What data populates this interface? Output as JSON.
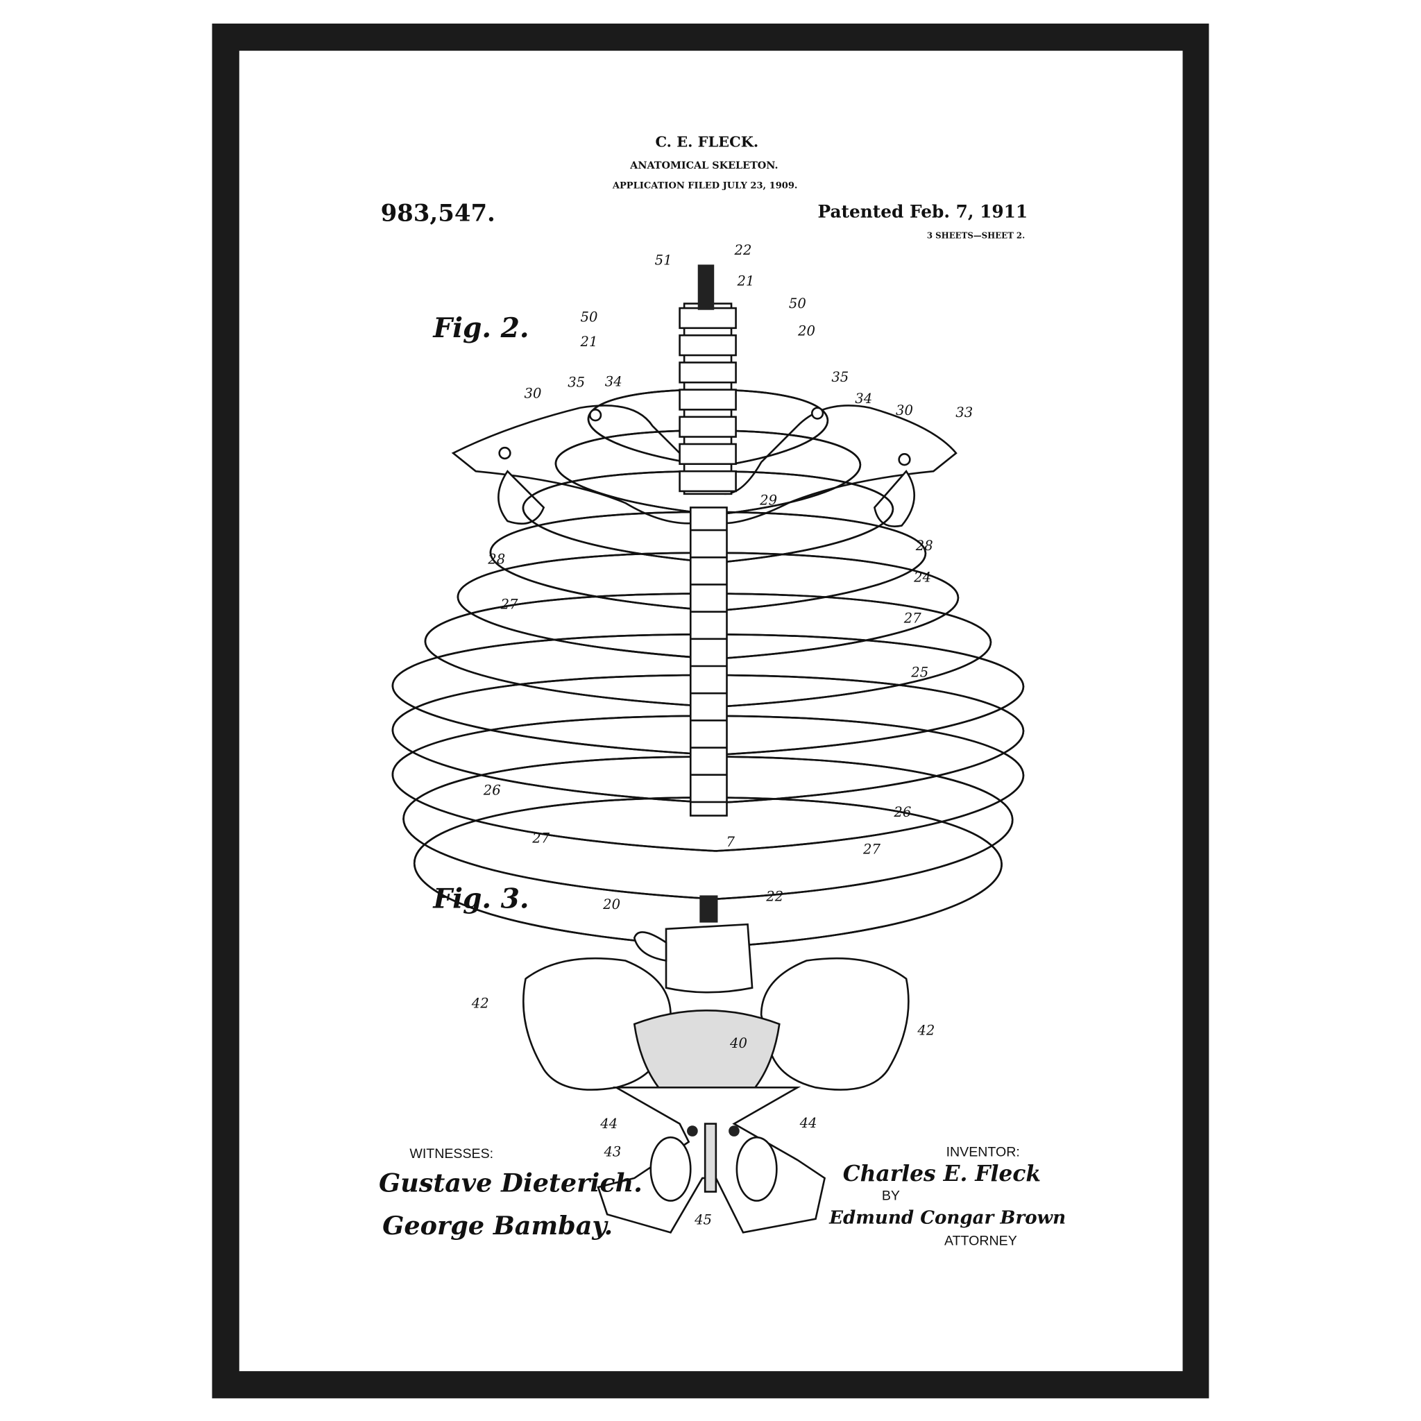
{
  "header": {
    "inventor_name": "C. E. FLECK.",
    "title": "ANATOMICAL SKELETON.",
    "filed": "APPLICATION FILED JULY 23, 1909.",
    "patent_number": "983,547.",
    "patented": "Patented Feb. 7, 1911",
    "sheets": "3 SHEETS—SHEET 2."
  },
  "figures": {
    "fig2_label": "Fig. 2.",
    "fig3_label": "Fig. 3.",
    "fig2_numerals": [
      "51",
      "22",
      "21",
      "50",
      "50",
      "20",
      "21",
      "30",
      "35",
      "34",
      "35",
      "34",
      "30",
      "33",
      "29",
      "28",
      "28",
      "24",
      "27",
      "27",
      "25",
      "26",
      "26",
      "27",
      "27",
      "7"
    ],
    "fig3_numerals": [
      "20",
      "22",
      "42",
      "42",
      "40",
      "44",
      "44",
      "43",
      "45"
    ]
  },
  "footer": {
    "witnesses_label": "WITNESSES:",
    "witness_1": "Gustave Dieterich.",
    "witness_2": "George Bambay.",
    "inventor_label": "INVENTOR:",
    "inventor_signature": "Charles E. Fleck",
    "by_label": "BY",
    "attorney_signature": "Edmund Congar Brown",
    "attorney_label": "ATTORNEY"
  }
}
